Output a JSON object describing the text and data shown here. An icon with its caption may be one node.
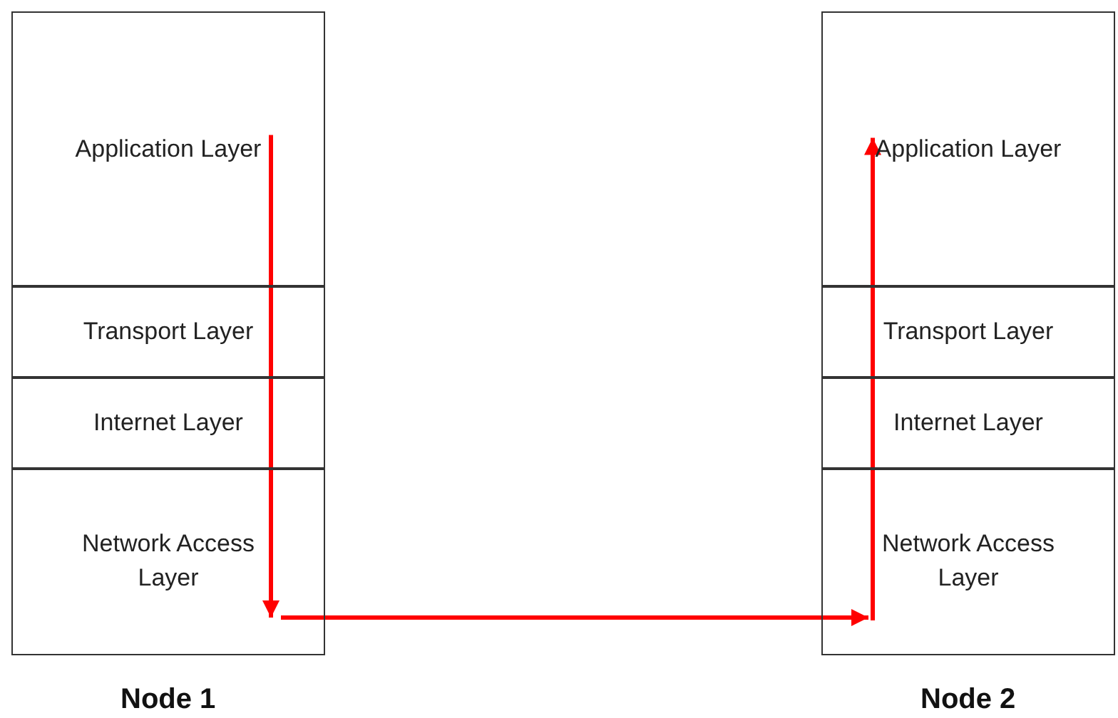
{
  "diagram": {
    "nodes": [
      {
        "text": [
          "Node 1"
        ]
      },
      {
        "text": [
          "Application Layer"
        ],
        "in": 0
      },
      {
        "text": [
          "Transport Layer"
        ],
        "in": 0
      },
      {
        "text": [
          "Internet Layer"
        ],
        "in": 0
      },
      {
        "text": [
          "Network Access Layer"
        ],
        "in": 0
      },
      {
        "text": [
          "Node 2"
        ]
      },
      {
        "text": [
          "Application Layer"
        ],
        "in": 5
      },
      {
        "text": [
          "Transport Layer"
        ],
        "in": 5
      },
      {
        "text": [
          "Internet Layer"
        ],
        "in": 5
      },
      {
        "text": [
          "Network Access Layer"
        ],
        "in": 5
      }
    ],
    "edges": [
      {
        "from": 1,
        "to": 2,
        "arrow": "none",
        "color": "#ff0000"
      },
      {
        "from": 2,
        "to": 3,
        "arrow": "none",
        "color": "#ff0000"
      },
      {
        "from": 3,
        "to": 4,
        "arrow": "to",
        "color": "#ff0000"
      },
      {
        "from": 4,
        "to": 9,
        "arrow": "to",
        "color": "#ff0000"
      },
      {
        "from": 9,
        "to": 8,
        "arrow": "none",
        "color": "#ff0000"
      },
      {
        "from": 8,
        "to": 7,
        "arrow": "none",
        "color": "#ff0000"
      },
      {
        "from": 7,
        "to": 6,
        "arrow": "to",
        "color": "#ff0000"
      }
    ]
  }
}
